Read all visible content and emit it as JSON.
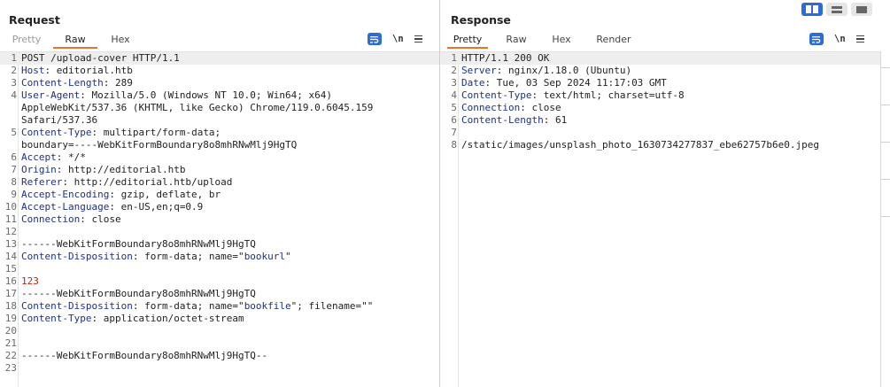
{
  "layout_toggle": {
    "buttons": [
      {
        "icon": "columns-layout-icon",
        "active": true
      },
      {
        "icon": "rows-layout-icon",
        "active": false
      },
      {
        "icon": "single-pane-icon",
        "active": false
      }
    ]
  },
  "request": {
    "title": "Request",
    "tabs": [
      "Pretty",
      "Raw",
      "Hex"
    ],
    "active_tab": "Raw",
    "tools": {
      "wrap_icon": "wrap-lines-icon",
      "newline_label": "\\n",
      "menu_icon": "hamburger-menu-icon"
    },
    "lines": [
      {
        "n": "1",
        "parts": [
          {
            "t": "POST /upload-cover HTTP/1.1"
          }
        ]
      },
      {
        "n": "2",
        "parts": [
          {
            "t": "Host",
            "c": "k"
          },
          {
            "t": ": editorial.htb"
          }
        ]
      },
      {
        "n": "3",
        "parts": [
          {
            "t": "Content-Length",
            "c": "k"
          },
          {
            "t": ": 289"
          }
        ]
      },
      {
        "n": "4",
        "parts": [
          {
            "t": "User-Agent",
            "c": "k"
          },
          {
            "t": ": Mozilla/5.0 (Windows NT 10.0; Win64; x64)"
          }
        ]
      },
      {
        "n": "",
        "parts": [
          {
            "t": "AppleWebKit/537.36 (KHTML, like Gecko) Chrome/119.0.6045.159"
          }
        ]
      },
      {
        "n": "",
        "parts": [
          {
            "t": "Safari/537.36"
          }
        ]
      },
      {
        "n": "5",
        "parts": [
          {
            "t": "Content-Type",
            "c": "k"
          },
          {
            "t": ": multipart/form-data;"
          }
        ]
      },
      {
        "n": "",
        "parts": [
          {
            "t": "boundary=----WebKitFormBoundary8o8mhRNwMlj9HgTQ"
          }
        ]
      },
      {
        "n": "6",
        "parts": [
          {
            "t": "Accept",
            "c": "k"
          },
          {
            "t": ": */*"
          }
        ]
      },
      {
        "n": "7",
        "parts": [
          {
            "t": "Origin",
            "c": "k"
          },
          {
            "t": ": http://editorial.htb"
          }
        ]
      },
      {
        "n": "8",
        "parts": [
          {
            "t": "Referer",
            "c": "k"
          },
          {
            "t": ": http://editorial.htb/upload"
          }
        ]
      },
      {
        "n": "9",
        "parts": [
          {
            "t": "Accept-Encoding",
            "c": "k"
          },
          {
            "t": ": gzip, deflate, br"
          }
        ]
      },
      {
        "n": "10",
        "parts": [
          {
            "t": "Accept-Language",
            "c": "k"
          },
          {
            "t": ": en-US,en;q=0.9"
          }
        ]
      },
      {
        "n": "11",
        "parts": [
          {
            "t": "Connection",
            "c": "k"
          },
          {
            "t": ": close"
          }
        ]
      },
      {
        "n": "12",
        "parts": [
          {
            "t": ""
          }
        ]
      },
      {
        "n": "13",
        "parts": [
          {
            "t": "------WebKitFormBoundary8o8mhRNwMlj9HgTQ"
          }
        ]
      },
      {
        "n": "14",
        "parts": [
          {
            "t": "Content-Disposition",
            "c": "k"
          },
          {
            "t": ": form-data; name=\""
          },
          {
            "t": "bookurl",
            "c": "s"
          },
          {
            "t": "\""
          }
        ]
      },
      {
        "n": "15",
        "parts": [
          {
            "t": ""
          }
        ]
      },
      {
        "n": "16",
        "parts": [
          {
            "t": "123",
            "c": "r"
          }
        ]
      },
      {
        "n": "17",
        "parts": [
          {
            "t": "------WebKitFormBoundary8o8mhRNwMlj9HgTQ"
          }
        ]
      },
      {
        "n": "18",
        "parts": [
          {
            "t": "Content-Disposition",
            "c": "k"
          },
          {
            "t": ": form-data; name=\""
          },
          {
            "t": "bookfile",
            "c": "s"
          },
          {
            "t": "\"; filename=\"\""
          }
        ]
      },
      {
        "n": "19",
        "parts": [
          {
            "t": "Content-Type",
            "c": "k"
          },
          {
            "t": ": application/octet-stream"
          }
        ]
      },
      {
        "n": "20",
        "parts": [
          {
            "t": ""
          }
        ]
      },
      {
        "n": "21",
        "parts": [
          {
            "t": ""
          }
        ]
      },
      {
        "n": "22",
        "parts": [
          {
            "t": "------WebKitFormBoundary8o8mhRNwMlj9HgTQ--"
          }
        ]
      },
      {
        "n": "23",
        "parts": [
          {
            "t": ""
          }
        ]
      }
    ]
  },
  "response": {
    "title": "Response",
    "tabs": [
      "Pretty",
      "Raw",
      "Hex",
      "Render"
    ],
    "active_tab": "Pretty",
    "tools": {
      "wrap_icon": "wrap-lines-icon",
      "newline_label": "\\n",
      "menu_icon": "hamburger-menu-icon"
    },
    "lines": [
      {
        "n": "1",
        "parts": [
          {
            "t": "HTTP/1.1 200 OK"
          }
        ]
      },
      {
        "n": "2",
        "parts": [
          {
            "t": "Server",
            "c": "k"
          },
          {
            "t": ": nginx/1.18.0 (Ubuntu)"
          }
        ]
      },
      {
        "n": "3",
        "parts": [
          {
            "t": "Date",
            "c": "k"
          },
          {
            "t": ": Tue, 03 Sep 2024 11:17:03 GMT"
          }
        ]
      },
      {
        "n": "4",
        "parts": [
          {
            "t": "Content-Type",
            "c": "k"
          },
          {
            "t": ": text/html; charset=utf-8"
          }
        ]
      },
      {
        "n": "5",
        "parts": [
          {
            "t": "Connection",
            "c": "k"
          },
          {
            "t": ": close"
          }
        ]
      },
      {
        "n": "6",
        "parts": [
          {
            "t": "Content-Length",
            "c": "k"
          },
          {
            "t": ": 61"
          }
        ]
      },
      {
        "n": "7",
        "parts": [
          {
            "t": ""
          }
        ]
      },
      {
        "n": "8",
        "parts": [
          {
            "t": "/static/images/unsplash_photo_1630734277837_ebe62757b6e0.jpeg"
          }
        ]
      }
    ]
  },
  "colors": {
    "accent": "#2f6bd6",
    "tab_underline": "#e8742c",
    "header_key": "#1d2f8f",
    "param_value": "#c0221a"
  }
}
